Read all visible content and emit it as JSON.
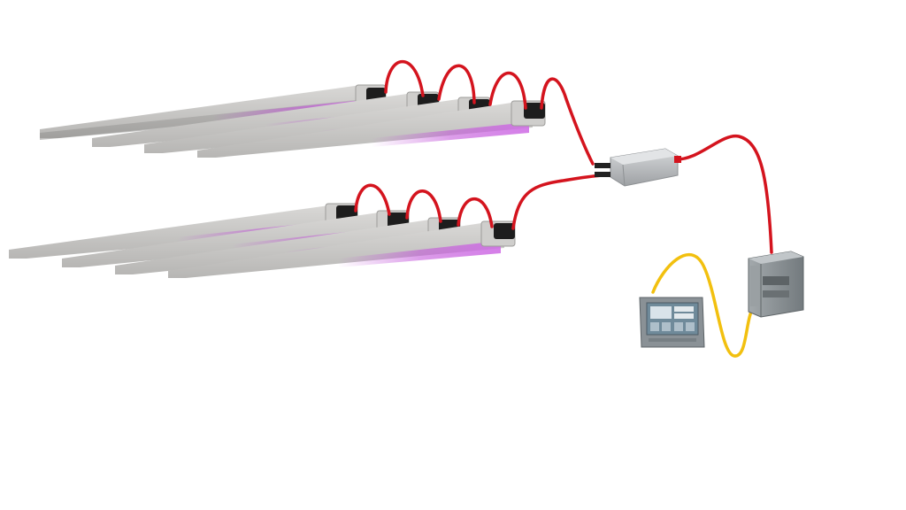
{
  "diagram": {
    "background": "#ffffff",
    "colors": {
      "power_cable": "#d4141e",
      "data_cable": "#f2c00f",
      "fixture_body": "#c8c7c5",
      "fixture_glow": "#c04fd8",
      "driver_box": "#b9bbbd",
      "plc": "#8e9497",
      "hmi_frame": "#8a9196",
      "hmi_screen": "#6f8a9a"
    },
    "components": [
      {
        "id": "light-bar-group-upper",
        "icon": "led-light-bar-icon",
        "count": 4
      },
      {
        "id": "light-bar-group-lower",
        "icon": "led-light-bar-icon",
        "count": 4
      },
      {
        "id": "driver",
        "icon": "power-supply-box-icon"
      },
      {
        "id": "plc",
        "icon": "plc-controller-icon"
      },
      {
        "id": "hmi",
        "icon": "touch-panel-hmi-icon"
      }
    ]
  }
}
